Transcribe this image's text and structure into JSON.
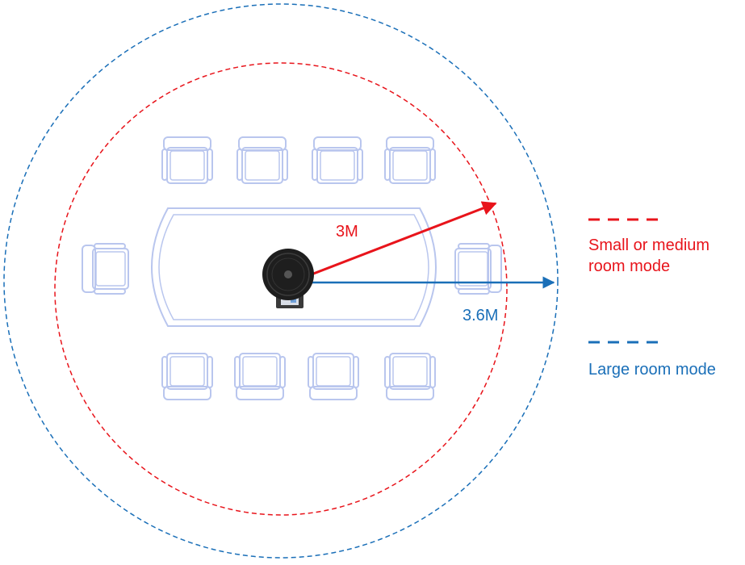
{
  "colors": {
    "small_mode": "#e8141b",
    "large_mode": "#1a6fb8",
    "furniture": "#b9c6ee",
    "device": "#1e1e1e"
  },
  "labels": {
    "small_radius": "3M",
    "large_radius": "3.6M"
  },
  "legend": {
    "small_line1": "Small or medium",
    "small_line2": "room mode",
    "large": "Large room mode"
  },
  "icons": {
    "device": "speakerphone-icon",
    "chair": "chair-icon",
    "table": "conference-table-icon"
  }
}
